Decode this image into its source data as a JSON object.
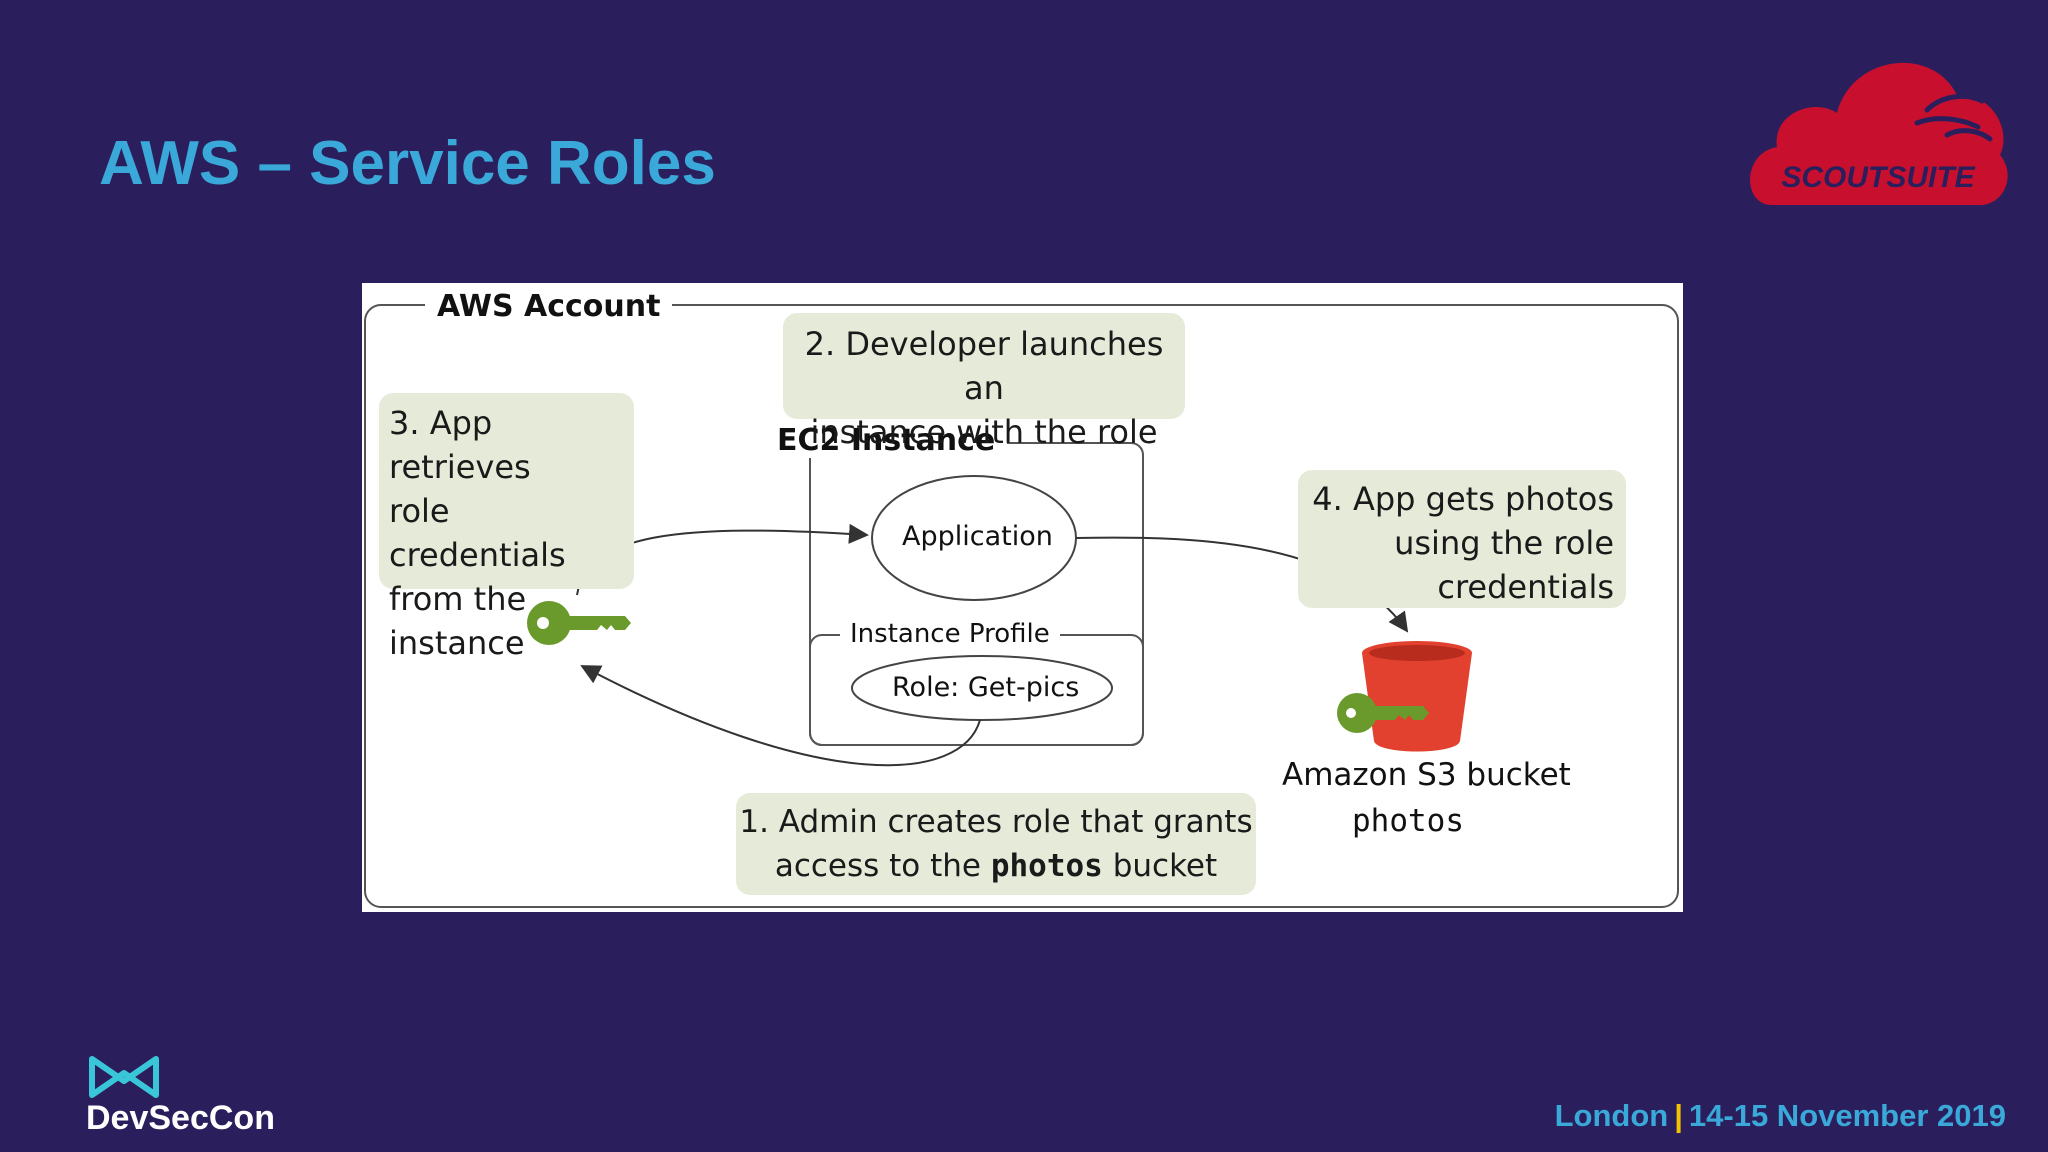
{
  "slide": {
    "title": "AWS – Service Roles"
  },
  "logo": {
    "text": "SCOUTSUITE",
    "color": "#c8102e"
  },
  "diagram": {
    "account_label": "AWS Account",
    "ec2_label": "EC2 Instance",
    "application_label": "Application",
    "instance_profile_label": "Instance Profile",
    "role_label": "Role: Get-pics",
    "bucket_label": "Amazon S3 bucket",
    "bucket_name": "photos",
    "step1": {
      "line1": "1. Admin creates role that grants",
      "line2_prefix": "access to the",
      "line2_code": "photos",
      "line2_suffix": "bucket"
    },
    "step2": {
      "line1": "2. Developer launches an",
      "line2": "instance with the role"
    },
    "step3": {
      "line1": "3. App retrieves",
      "line2": "role credentials",
      "line3": "from the",
      "line4": "instance"
    },
    "step4": {
      "line1": "4. App gets photos",
      "line2": "using the role",
      "line3": "credentials"
    },
    "colors": {
      "note_bg": "#e6ebd9",
      "key_green": "#6a9a2c",
      "bucket_red": "#e2412f"
    }
  },
  "footer": {
    "brand": "DevSecCon",
    "location": "London",
    "separator": "|",
    "dates": "14-15 November 2019"
  }
}
